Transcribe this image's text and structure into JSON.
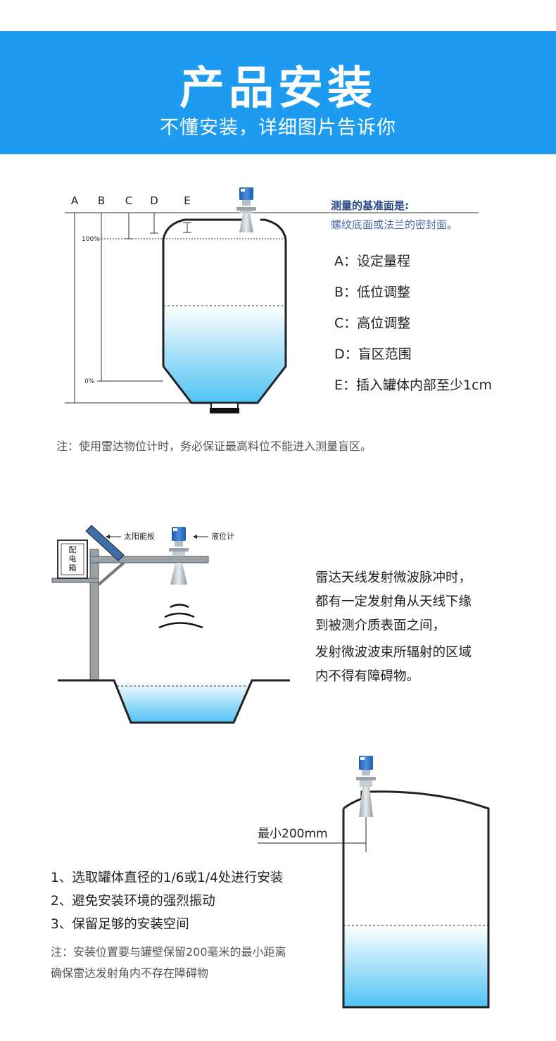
{
  "header": {
    "title": "产品安装",
    "subtitle": "不懂安装，详细图片告诉你"
  },
  "diagram1": {
    "dim_letters": [
      "A",
      "B",
      "C",
      "D",
      "E"
    ],
    "level_100": "100%",
    "level_0": "0%",
    "reference": {
      "title": "测量的基准面是:",
      "desc": "螺纹底面或法兰的密封面。"
    },
    "legend": [
      "A：设定量程",
      "B：低位调整",
      "C：高位调整",
      "D：盲区范围",
      "E：插入罐体内部至少1cm"
    ],
    "note": "注：使用雷达物位计时，务必保证最高料位不能进入测量盲区。"
  },
  "diagram2": {
    "solar_label": "太阳能板",
    "meter_label": "液位计",
    "box_chars": [
      "配",
      "电",
      "箱"
    ],
    "desc_lines": [
      "雷达天线发射微波脉冲时，",
      "都有一定发射角从天线下缘",
      "到被测介质表面之间，",
      "发射微波波束所辐射的区域",
      "内不得有障碍物。"
    ]
  },
  "diagram3": {
    "min_label": "最小200mm",
    "list": [
      "1、选取罐体直径的1/6或1/4处进行安装",
      "2、避免安装环境的强烈振动",
      "3、保留足够的安装空间"
    ],
    "note_lines": [
      "注：安装位置要与罐壁保留200毫米的最小距离",
      "确保雷达发射角内不存在障碍物"
    ]
  },
  "colors": {
    "header_bg": "#1c9bf0",
    "liquid_top": "#ffffff",
    "liquid_bottom": "#4fc3f4",
    "device_blue": "#2d6fc2"
  }
}
